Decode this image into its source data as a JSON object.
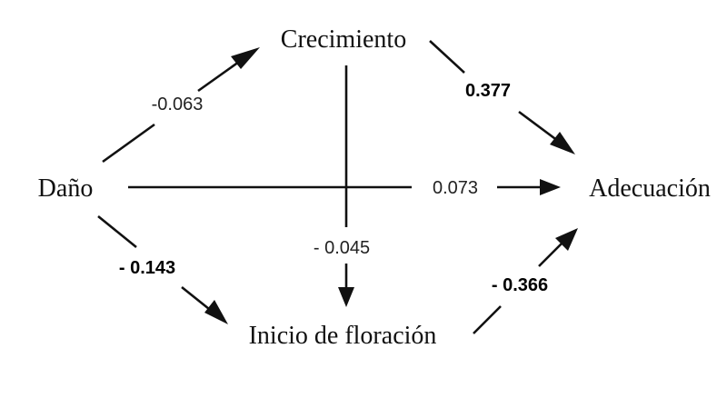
{
  "nodes": {
    "damage": "Daño",
    "growth": "Crecimiento",
    "flowering": "Inicio de floración",
    "fitness": "Adecuación"
  },
  "paths": {
    "damage_to_growth": "-0.063",
    "growth_to_fitness": "0.377",
    "damage_to_fitness": "0.073",
    "growth_to_flowering": "- 0.045",
    "damage_to_flowering": "- 0.143",
    "flowering_to_fitness": "- 0.366"
  },
  "colors": {
    "ink": "#111111",
    "background": "#ffffff"
  }
}
